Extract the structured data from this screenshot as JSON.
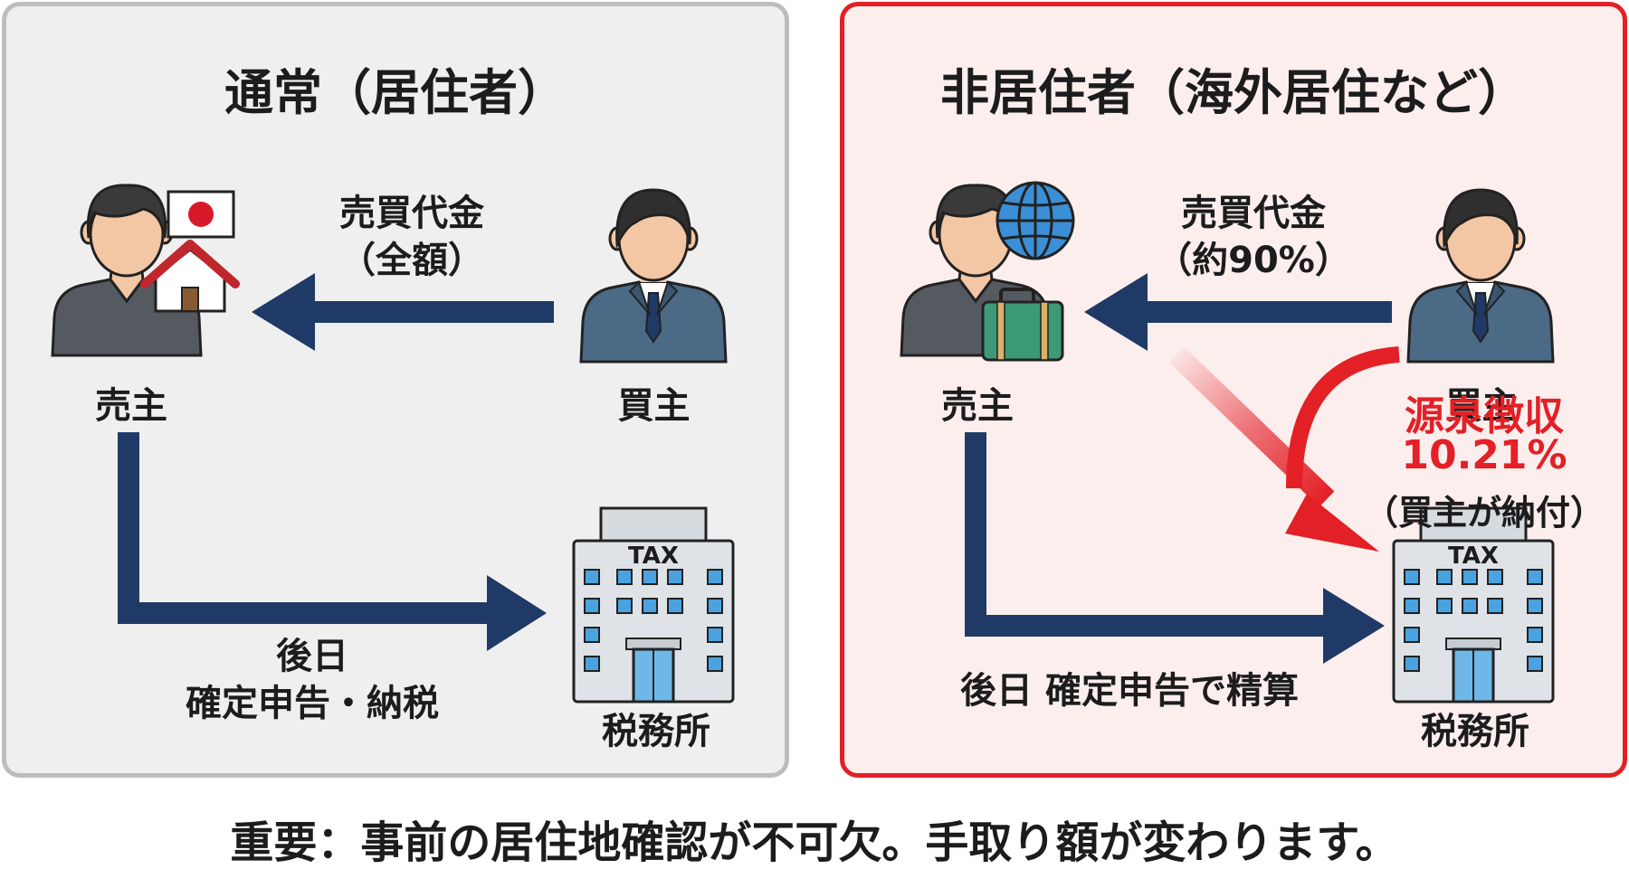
{
  "left": {
    "title": "通常（居住者）",
    "payment_label_1": "売買代金",
    "payment_label_2": "（全額）",
    "seller_label": "売主",
    "buyer_label": "買主",
    "filing_label_1": "後日",
    "filing_label_2": "確定申告・納税",
    "tax_office_label": "税務所",
    "tax_sign": "TAX"
  },
  "right": {
    "title": "非居住者（海外居住など）",
    "payment_label_1": "売買代金",
    "payment_label_2": "（約90%）",
    "seller_label": "売主",
    "buyer_label": "買主",
    "withholding_label_1": "源泉徴収",
    "withholding_label_2": "10.21%",
    "withholding_label_3": "（買主が納付）",
    "filing_label": "後日 確定申告で精算",
    "tax_office_label": "税務所",
    "tax_sign": "TAX"
  },
  "footer_note": "重要：事前の居住地確認が不可欠。手取り額が変わります。",
  "colors": {
    "arrow_navy": "#1f3a66",
    "accent_red": "#e32026",
    "left_panel_bg": "#efefef",
    "right_panel_bg": "#fdeeee"
  },
  "icons": [
    "person-icon",
    "japan-flag-icon",
    "house-icon",
    "businessman-icon",
    "globe-icon",
    "suitcase-icon",
    "tax-office-building-icon"
  ]
}
